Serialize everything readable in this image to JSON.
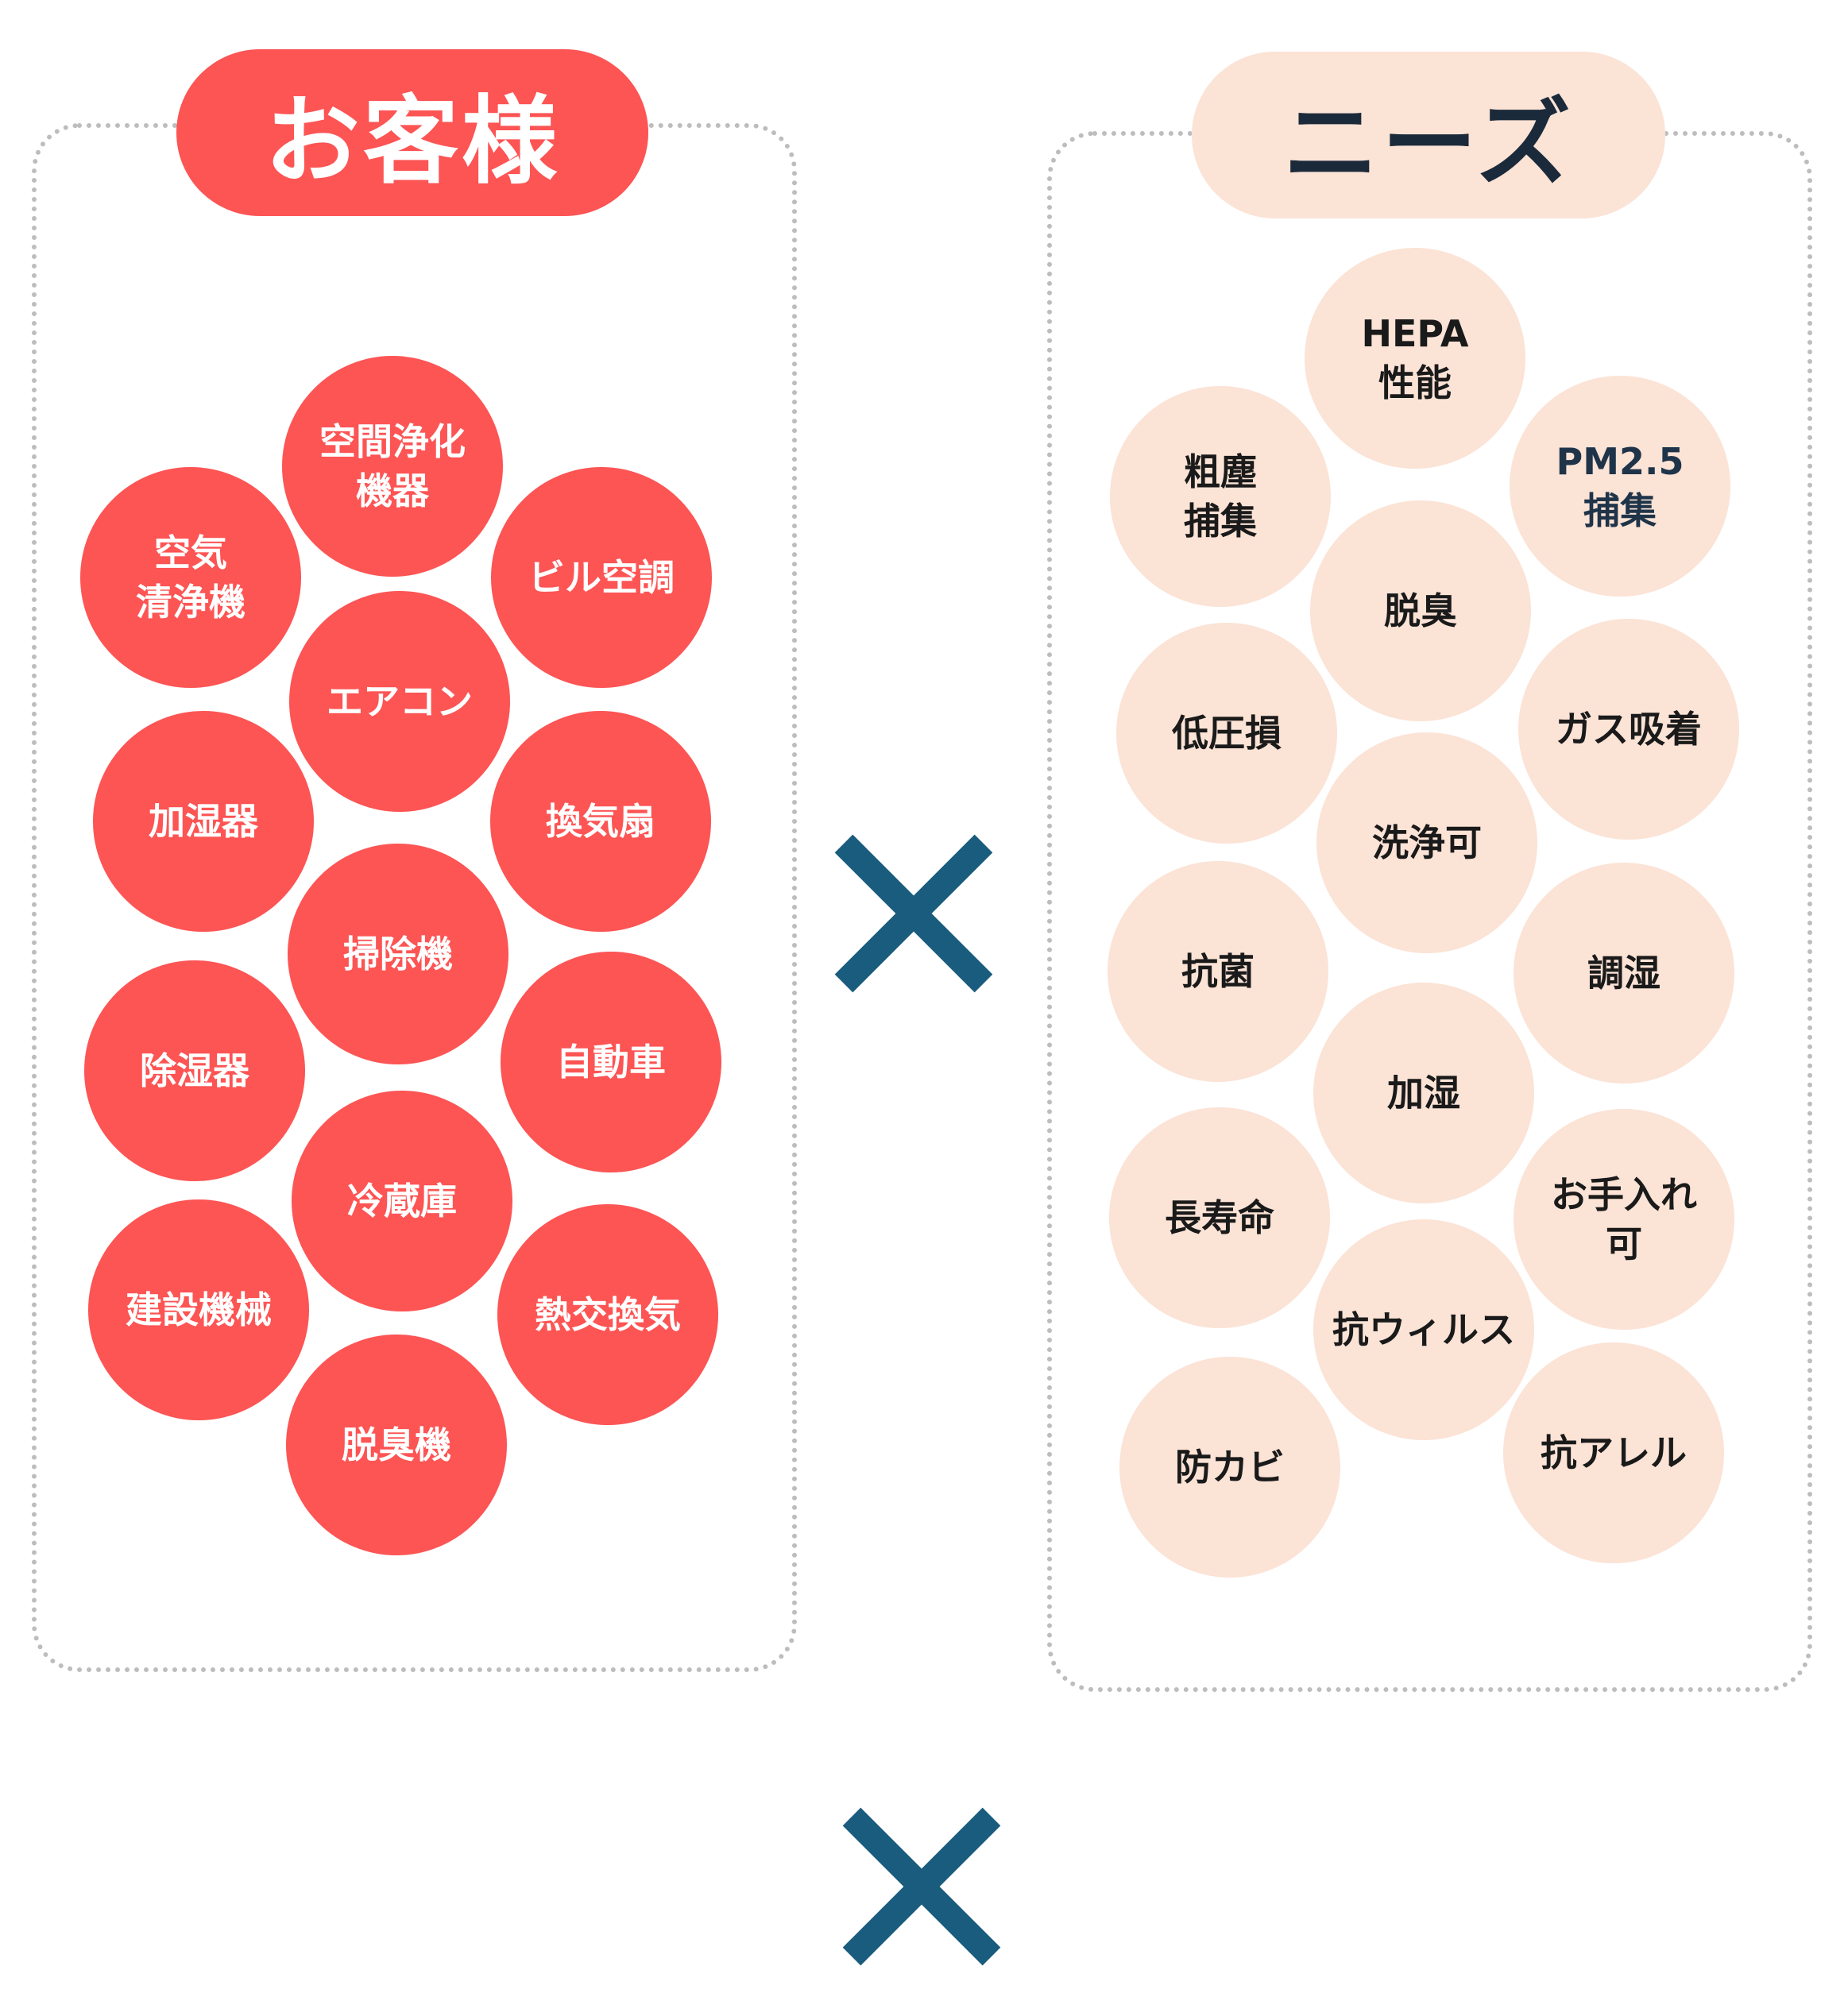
{
  "customers": {
    "title": "お客様",
    "items": [
      "空間浄化\n機器",
      "空気\n清浄機",
      "ビル空調",
      "エアコン",
      "加湿器",
      "換気扇",
      "掃除機",
      "除湿器",
      "自動車",
      "冷蔵庫",
      "建設機械",
      "熱交換気",
      "脱臭機"
    ]
  },
  "needs": {
    "title": "ニーズ",
    "items": [
      "HEPA\n性能",
      "粗塵\n捕集",
      "PM2.5\n捕集",
      "脱臭",
      "低圧損",
      "ガス吸着",
      "洗浄可",
      "抗菌",
      "調湿",
      "加湿",
      "長寿命",
      "お手入れ\n可",
      "抗ウィルス",
      "防カビ",
      "抗アレル"
    ]
  },
  "colors": {
    "customer_red": "#fd5454",
    "needs_peach": "#fbe3d6",
    "cross_blue": "#1a5c7e",
    "needs_title_navy": "#1b2a3a",
    "border_gray": "#bdbdbd"
  },
  "icons": [
    "multiply-icon",
    "multiply-icon"
  ]
}
